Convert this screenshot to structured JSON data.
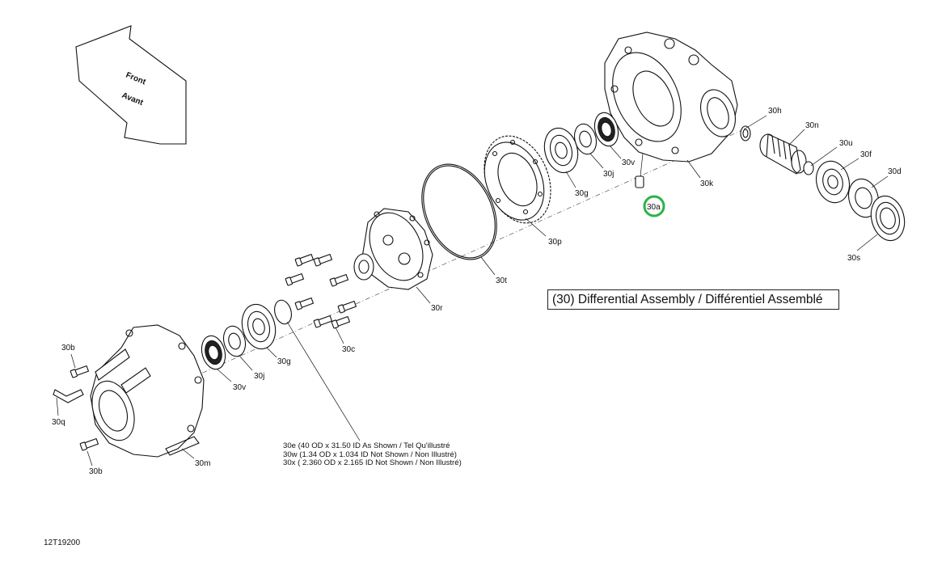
{
  "diagram": {
    "title": "(30) Differential Assembly / Différentiel Assemblé",
    "drawing_number": "12T19200",
    "direction_arrow": {
      "line1": "Front",
      "line2": "Avant"
    },
    "highlight_color": "#2bb34a",
    "highlighted_callout": "30a",
    "notes": [
      "30e (40 OD x 31.50 ID As Shown / Tel Qu'illustré",
      "30w (1.34 OD x 1.034 ID Not Shown / Non Illustré)",
      "30x ( 2.360 OD x 2.165 ID Not Shown / Non Illustré)"
    ],
    "callouts": {
      "c30h": "30h",
      "c30n": "30n",
      "c30u": "30u",
      "c30f": "30f",
      "c30d": "30d",
      "c30s": "30s",
      "c30k": "30k",
      "c30a": "30a",
      "c30v_top": "30v",
      "c30j_top": "30j",
      "c30g_top": "30g",
      "c30p": "30p",
      "c30t": "30t",
      "c30r": "30r",
      "c30c": "30c",
      "c30g_bot": "30g",
      "c30j_bot": "30j",
      "c30v_bot": "30v",
      "c30b_top": "30b",
      "c30q": "30q",
      "c30b_bot": "30b",
      "c30m": "30m"
    }
  }
}
